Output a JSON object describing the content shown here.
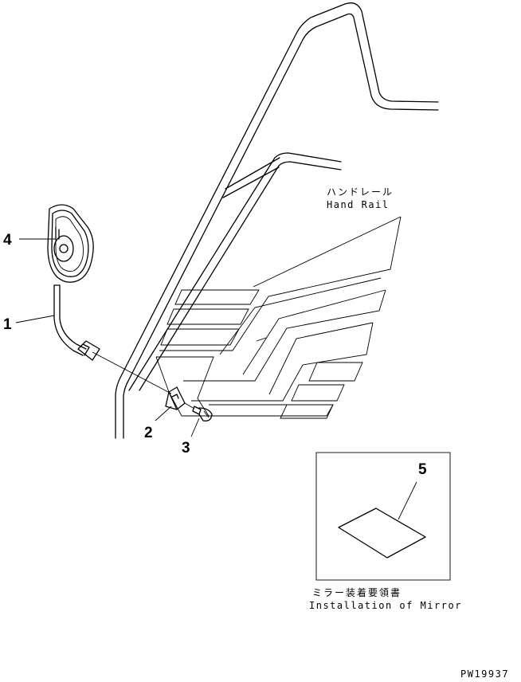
{
  "labels": {
    "hand_rail_jp": "ハンドレール",
    "hand_rail_en": "Hand Rail",
    "installation_jp": "ミラー装着要領書",
    "installation_en": "Installation of Mirror",
    "drawing_code": "PW19937"
  },
  "callouts": {
    "mirror": "4",
    "stay": "1",
    "bracket": "2",
    "bolt": "3",
    "document": "5"
  }
}
